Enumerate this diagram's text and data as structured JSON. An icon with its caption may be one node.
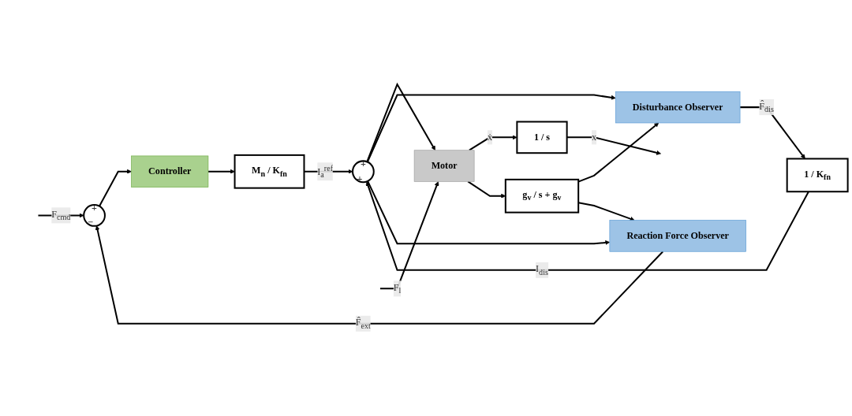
{
  "diagram": {
    "nodes": [
      {
        "text": [
          "+",
          "−"
        ]
      },
      {
        "text": [
          "Controller"
        ]
      },
      {
        "text": [
          "M$_{n}$ / K$_{fn}$"
        ]
      },
      {
        "text": [
          "+",
          "+"
        ]
      },
      {
        "text": [
          "Motor"
        ]
      },
      {
        "text": [
          "1 / s"
        ]
      },
      {
        "text": [
          "g$_{v}$ / s + g$_{v}$"
        ]
      },
      {
        "text": [
          "1 / K$_{fn}$"
        ]
      },
      {
        "text": [
          "Disturbance Observer"
        ]
      },
      {
        "text": [
          "Reaction Force Observer"
        ]
      }
    ],
    "edges": [
      {
        "from": null,
        "to": 0,
        "arrow": "to",
        "label": "F$_{cmd}$"
      },
      {
        "from": 0,
        "to": 1,
        "arrow": "to"
      },
      {
        "from": 1,
        "to": 2,
        "arrow": "to"
      },
      {
        "from": 2,
        "to": 3,
        "arrow": "to",
        "label": "I$_{a}$$^{ref}$"
      },
      {
        "from": 3,
        "to": 4,
        "arrow": "to"
      },
      {
        "from": null,
        "to": 4,
        "arrow": "to",
        "label": "F$_{l}$"
      },
      {
        "from": 4,
        "to": 5,
        "arrow": "to",
        "label": "ẋ"
      },
      {
        "from": 5,
        "to": null,
        "arrow": "to",
        "label": "x"
      },
      {
        "from": 4,
        "to": 6,
        "arrow": "to"
      },
      {
        "from": 6,
        "to": 8,
        "arrow": "to"
      },
      {
        "from": 6,
        "to": 9,
        "arrow": "to"
      },
      {
        "from": 3,
        "to": 8,
        "arrow": "to"
      },
      {
        "from": 3,
        "to": 9,
        "arrow": "to"
      },
      {
        "from": 8,
        "to": 7,
        "arrow": "to",
        "label": "F̂$_{dis}$"
      },
      {
        "from": 7,
        "to": 3,
        "arrow": "to",
        "label": "I$_{dis}$"
      },
      {
        "from": 9,
        "to": 0,
        "arrow": "to",
        "label": "F̂$_{ext}$"
      }
    ]
  }
}
